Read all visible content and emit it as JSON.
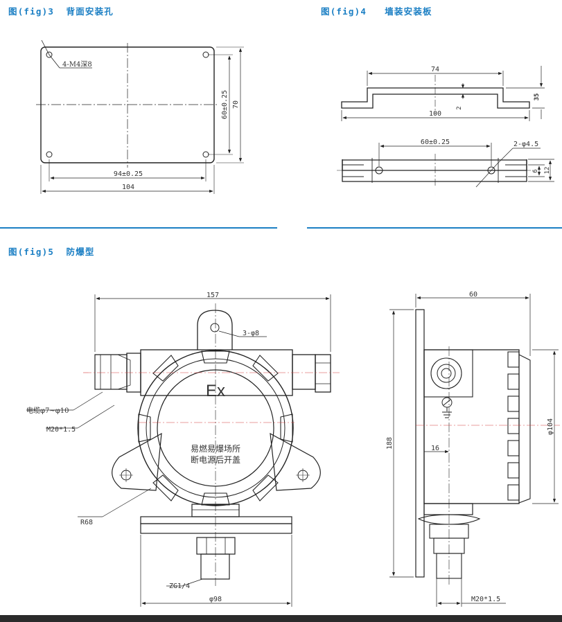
{
  "figures": {
    "fig3": {
      "title": "图(fig)3  背面安装孔",
      "hole_label": "4-M4深8",
      "dim_inner_w": "94±0.25",
      "dim_outer_w": "104",
      "dim_inner_h": "60±0.25",
      "dim_outer_h": "70"
    },
    "fig4": {
      "title": "图(fig)4   墙装安装板",
      "dim_top": "74",
      "dim_bottom": "100",
      "dim_thk": "2",
      "dim_h": "35",
      "dim_hole_spacing": "60±0.25",
      "hole_label": "2-φ4.5",
      "dim_slot": "6",
      "dim_plate": "12"
    },
    "fig5": {
      "title": "图(fig)5  防爆型",
      "dim_width": "157",
      "mount_hole": "3-φ8",
      "ex_mark": "Ex",
      "warning_line1": "易燃易爆场所",
      "warning_line2": "断电源后开盖",
      "cable": "电缆φ7~φ10",
      "thread": "M20*1.5",
      "radius": "R68",
      "pipe_thread": "ZG1/4",
      "flange_dia": "φ98",
      "side_depth": "60",
      "side_height": "188",
      "side_dia": "φ104",
      "side_offset": "16",
      "side_thread": "M20*1.5"
    }
  },
  "colors": {
    "accent": "#1b7fc4",
    "line": "#222222",
    "center_line": "#d23a3a",
    "footer": "#2b2b2b"
  }
}
